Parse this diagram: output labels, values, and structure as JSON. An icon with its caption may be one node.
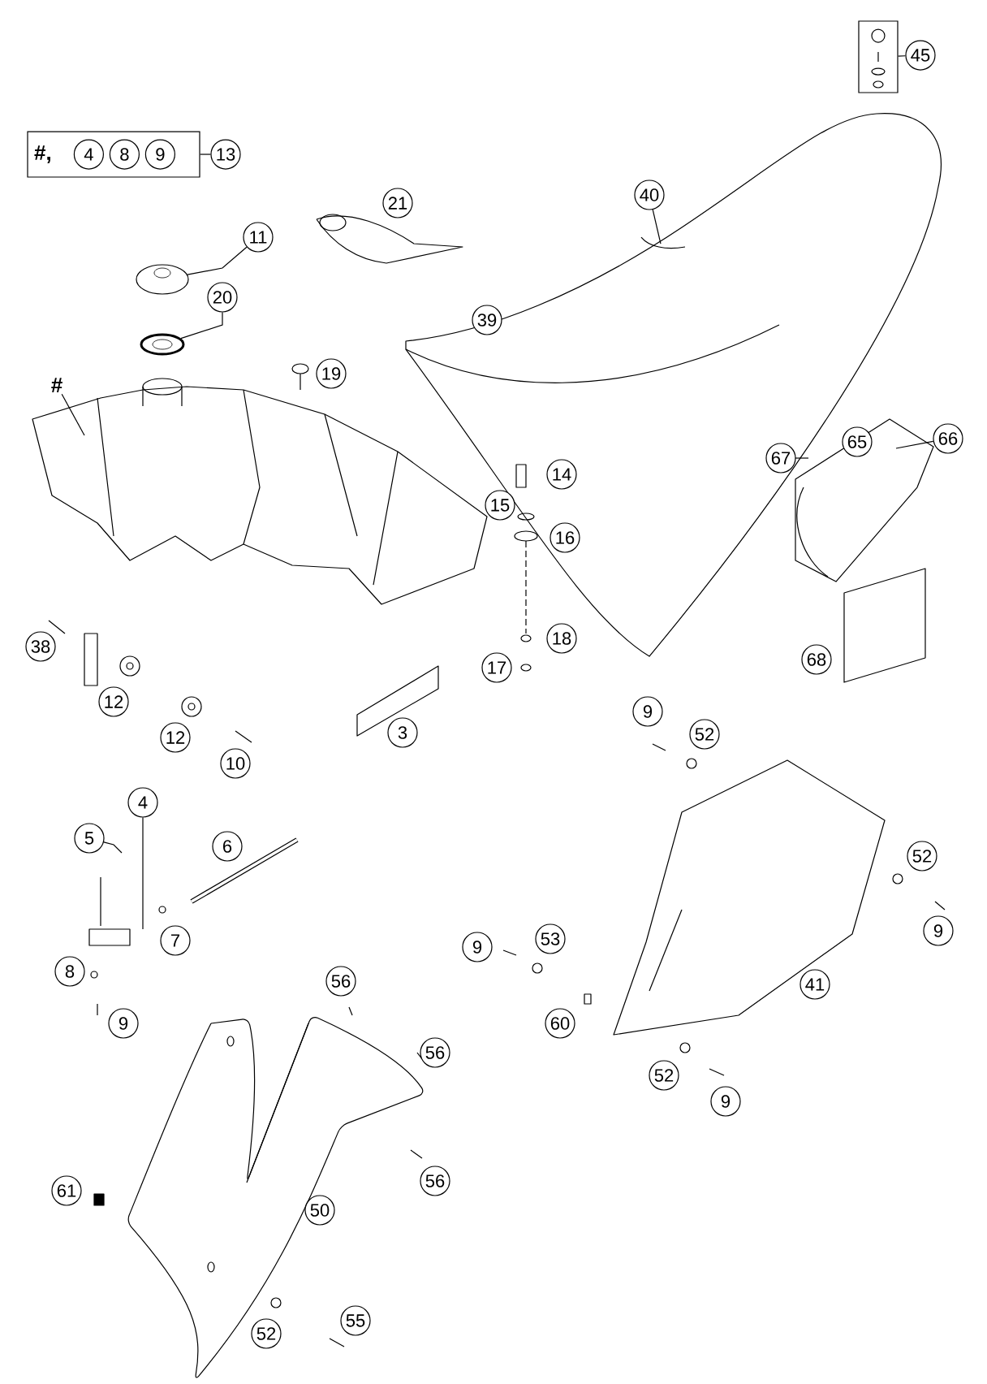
{
  "diagram": {
    "nodes": [
      {
        "text": [
          "#,"
        ]
      },
      {
        "text": [
          "4"
        ],
        "in": 0
      },
      {
        "text": [
          "8"
        ],
        "in": 0
      },
      {
        "text": [
          "9"
        ],
        "in": 0
      },
      {
        "text": [
          "13"
        ]
      },
      {
        "text": [],
        "shape": "box"
      },
      {
        "text": [
          "45"
        ]
      },
      {
        "text": [
          "11"
        ]
      },
      {
        "text": [
          "20"
        ]
      },
      {
        "text": [],
        "shape": "picture"
      },
      {
        "text": [],
        "shape": "picture"
      },
      {
        "text": [
          "#"
        ]
      },
      {
        "text": [
          "40"
        ]
      },
      {
        "text": [
          "66"
        ]
      },
      {
        "text": [
          "4"
        ]
      },
      {
        "text": [
          "5"
        ]
      },
      {
        "text": [
          "21"
        ]
      },
      {
        "text": [
          "39"
        ]
      },
      {
        "text": [
          "19"
        ]
      },
      {
        "text": [
          "65"
        ]
      },
      {
        "text": [
          "67"
        ]
      },
      {
        "text": [
          "14"
        ]
      },
      {
        "text": [
          "15"
        ]
      },
      {
        "text": [
          "16"
        ]
      },
      {
        "text": [
          "18"
        ]
      },
      {
        "text": [
          "38"
        ]
      },
      {
        "text": [
          "68"
        ]
      },
      {
        "text": [
          "17"
        ]
      },
      {
        "text": [
          "12"
        ]
      },
      {
        "text": [
          "9"
        ]
      },
      {
        "text": [
          "3"
        ]
      },
      {
        "text": [
          "52"
        ]
      },
      {
        "text": [
          "12"
        ]
      },
      {
        "text": [
          "10"
        ]
      },
      {
        "text": [
          "6"
        ]
      },
      {
        "text": [
          "52"
        ]
      },
      {
        "text": [
          "9"
        ]
      },
      {
        "text": [
          "53"
        ]
      },
      {
        "text": [
          "7"
        ]
      },
      {
        "text": [
          "9"
        ]
      },
      {
        "text": [
          "8"
        ]
      },
      {
        "text": [
          "56"
        ]
      },
      {
        "text": [
          "41"
        ]
      },
      {
        "text": [
          "9"
        ]
      },
      {
        "text": [
          "60"
        ]
      },
      {
        "text": [
          "56"
        ]
      },
      {
        "text": [
          "52"
        ]
      },
      {
        "text": [
          "9"
        ]
      },
      {
        "text": [
          "56"
        ]
      },
      {
        "text": [
          "61"
        ]
      },
      {
        "text": [
          "50"
        ]
      },
      {
        "text": [
          "55"
        ]
      },
      {
        "text": [
          "52"
        ]
      }
    ],
    "edges": [
      {
        "from": 0,
        "to": 4,
        "arrow": "none"
      },
      {
        "from": 6,
        "to": 5,
        "arrow": "none"
      },
      {
        "from": 7,
        "to": 9,
        "arrow": "none"
      },
      {
        "from": 8,
        "to": 10,
        "arrow": "none"
      },
      {
        "from": 11,
        "to": null,
        "arrow": "none"
      },
      {
        "from": 12,
        "to": null,
        "arrow": "none"
      },
      {
        "from": 13,
        "to": null,
        "arrow": "none"
      },
      {
        "from": 14,
        "to": null,
        "arrow": "none"
      },
      {
        "from": 15,
        "to": null,
        "arrow": "none"
      }
    ]
  }
}
